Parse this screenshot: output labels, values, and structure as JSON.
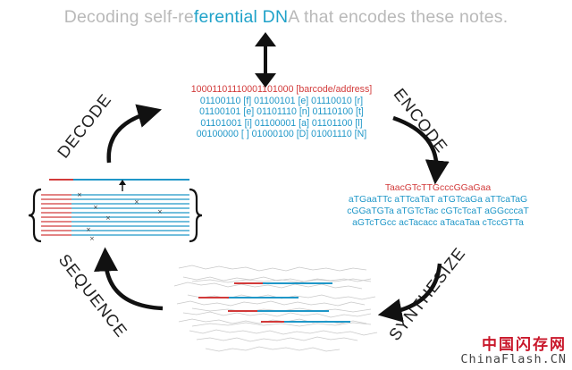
{
  "title": {
    "before": "Decoding self-re",
    "highlight": "ferential DN",
    "after": "A that encodes these notes."
  },
  "code": {
    "barcode": "10001101110001101000 [barcode/address]",
    "rows": [
      "01100110 [f]  01100101 [e]  01110010 [r]",
      "01100101 [e]  01101110 [n]  01110100 [t]",
      "01101001 [i]  01100001 [a]  01101100 [l]",
      "00100000 [ ]  01000100 [D]  01001110 [N]"
    ]
  },
  "dna": {
    "barcode": "TaacGTcTTGcccGGaGaa",
    "rows": [
      "aTGaaTTc aTTcaTaT aTGTcaGa aTTcaTaG",
      "cGGaTGTa aTGTcTac cGTcTcaT aGGcccaT",
      "aGTcTGcc acTacacc aTacaTaa cTccGTTa"
    ]
  },
  "stages": {
    "decode": "DECODE",
    "encode": "ENCODE",
    "synthesize": "SYNTHESIZE",
    "sequence": "SEQUENCE"
  },
  "watermark": {
    "cn": "中国闪存网",
    "en": "ChinaFlash.CN"
  },
  "colors": {
    "title": "#b9b9b9",
    "highlight": "#1fa2c9",
    "red": "#d23a3a",
    "blue": "#1f97c8",
    "arrow": "#111111"
  },
  "icons": [
    "double-arrow-icon",
    "curved-arrow-icon",
    "up-arrow-icon",
    "brace-icon"
  ]
}
